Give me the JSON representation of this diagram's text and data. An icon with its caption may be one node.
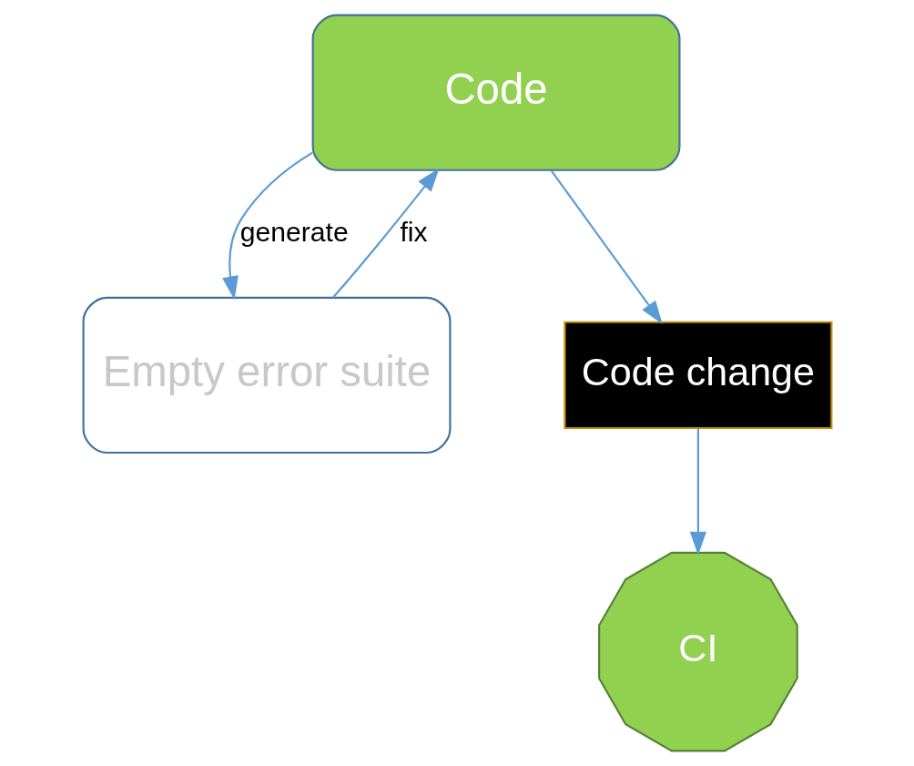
{
  "diagram": {
    "nodes": [
      {
        "text": [
          "Code"
        ]
      },
      {
        "text": [
          "Empty error suite"
        ]
      },
      {
        "text": [
          "Code change"
        ]
      },
      {
        "text": [
          "CI"
        ]
      }
    ],
    "edges": [
      {
        "from": 1,
        "to": 0,
        "arrow": "to",
        "label": "fix"
      },
      {
        "from": 0,
        "to": 1,
        "arrow": "to",
        "label": "generate"
      },
      {
        "from": 0,
        "to": 2,
        "arrow": "to"
      },
      {
        "from": 2,
        "to": 3,
        "arrow": "to"
      }
    ]
  }
}
